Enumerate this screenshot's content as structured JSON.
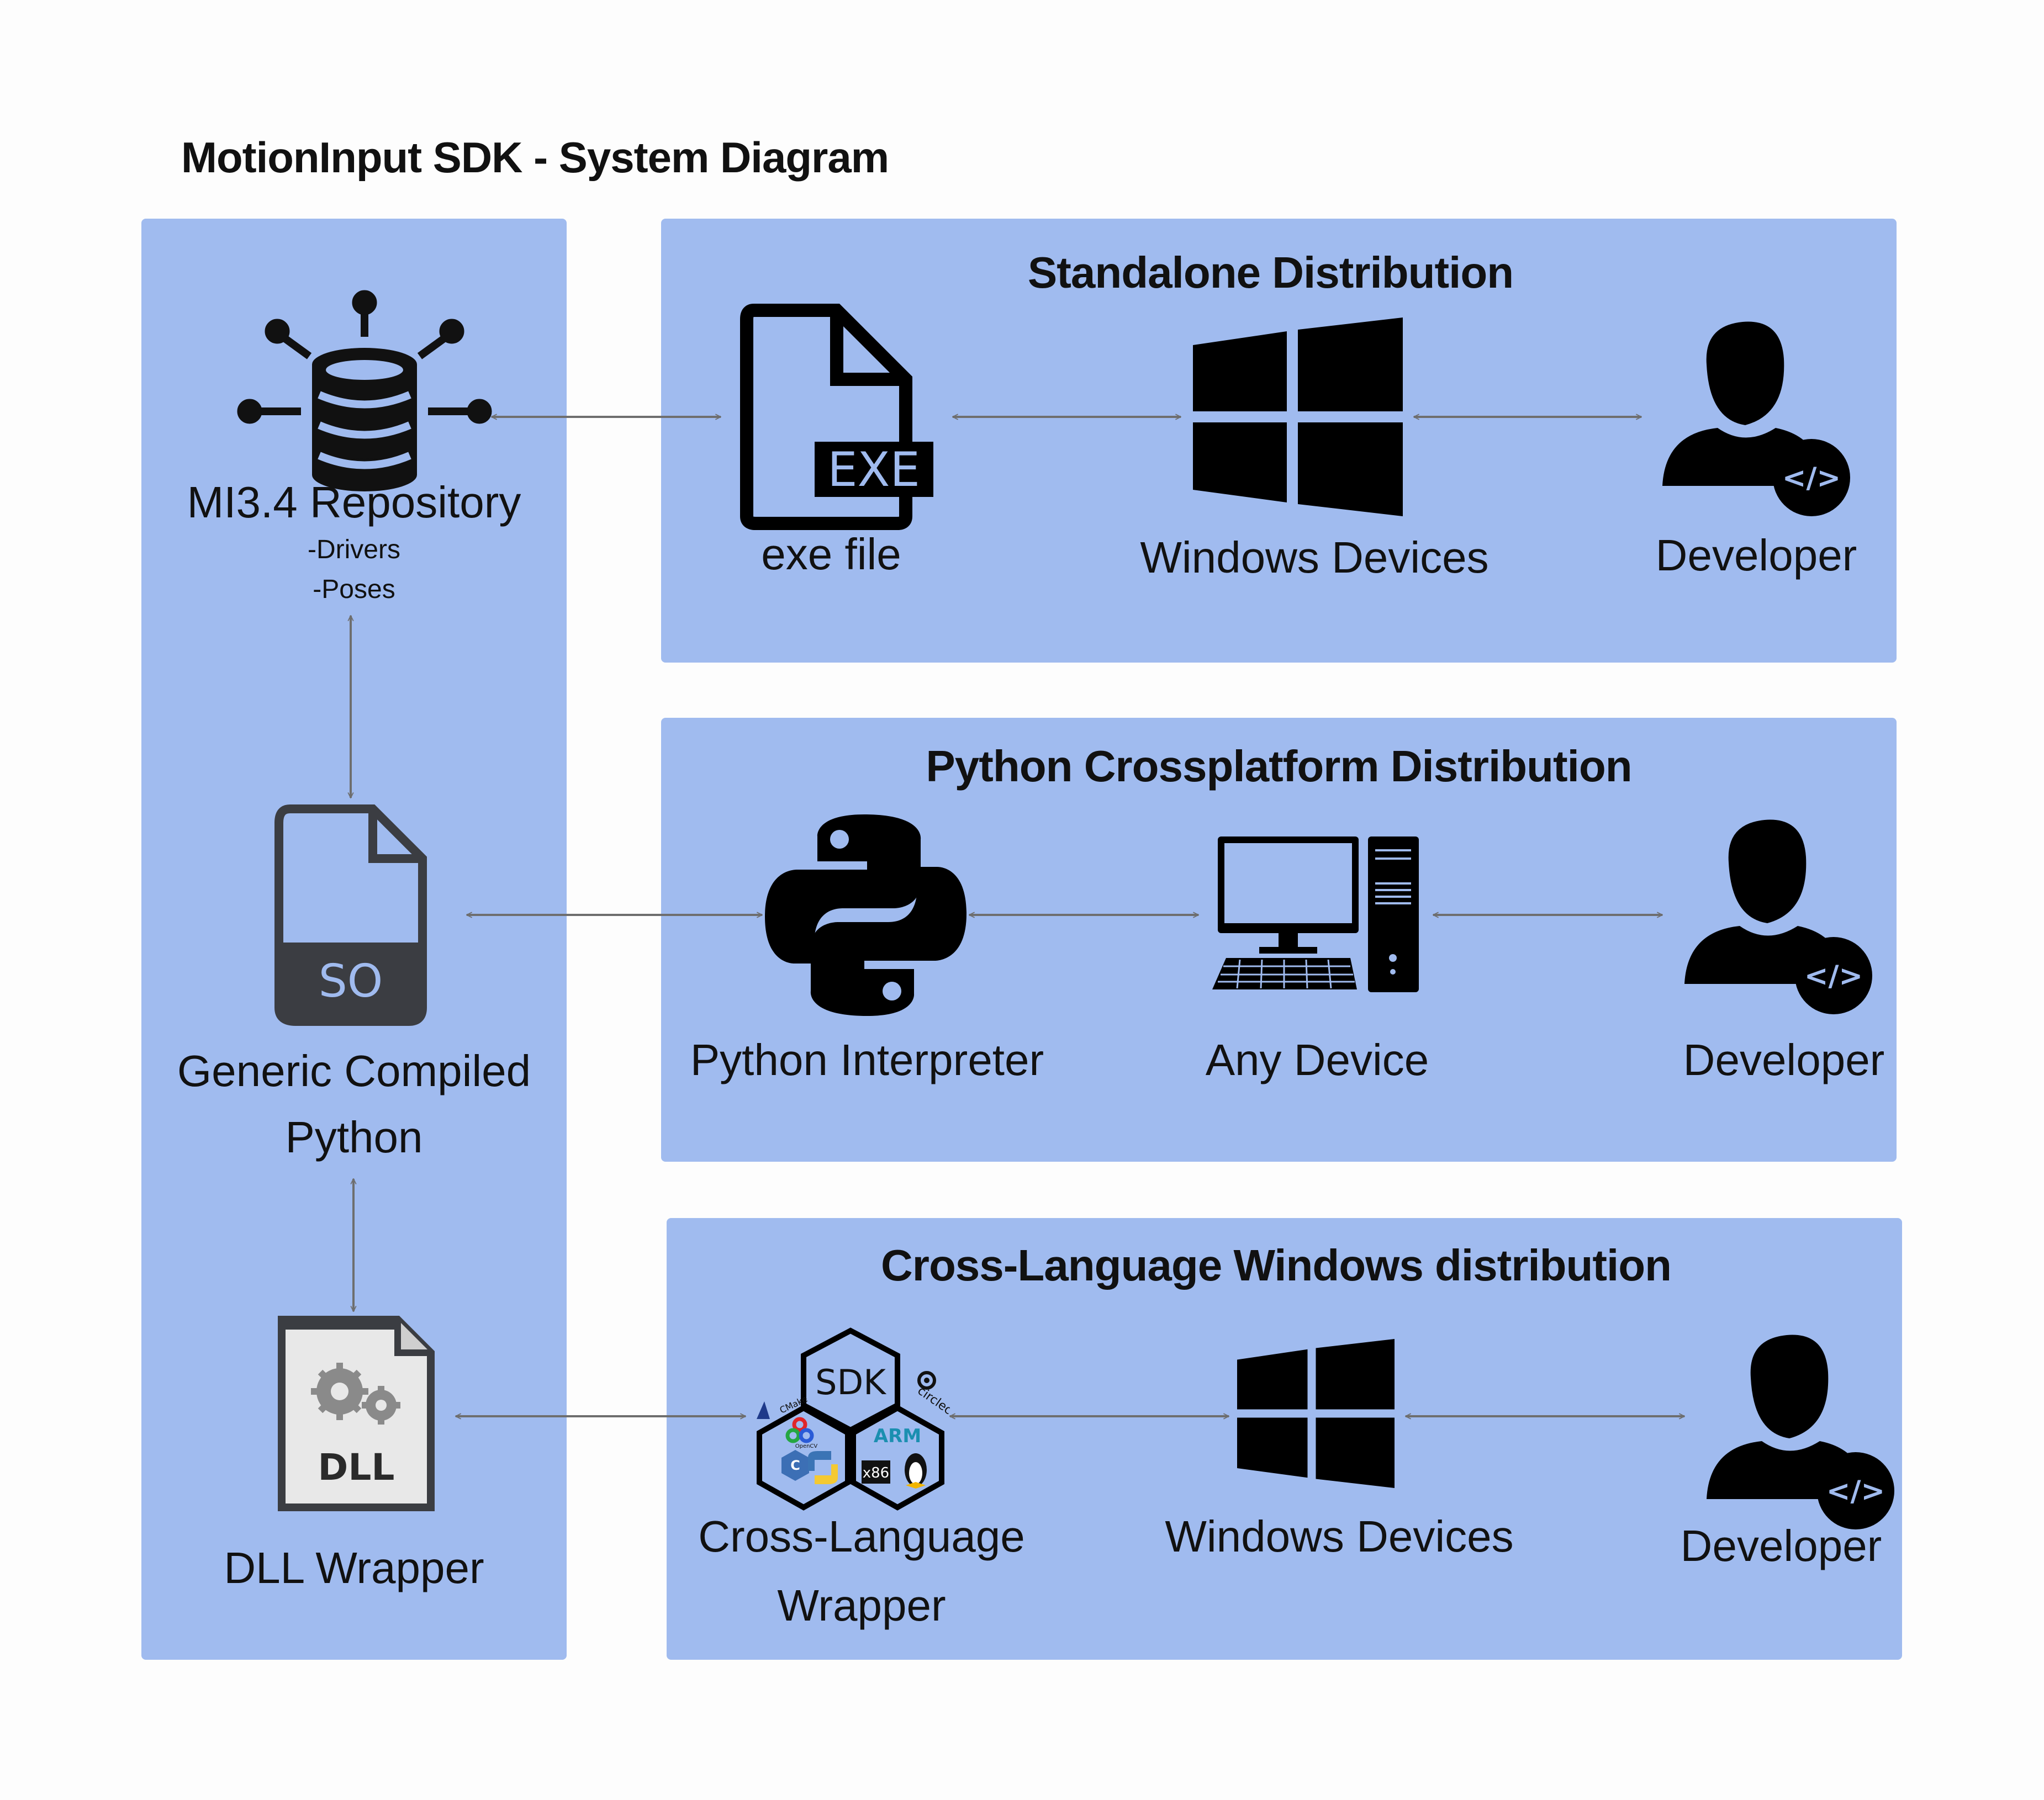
{
  "title": "MotionInput SDK - System Diagram",
  "left_column": {
    "repository": {
      "label": "MI3.4 Repository",
      "sub1": "-Drivers",
      "sub2": "-Poses"
    },
    "compiled_python": {
      "label_line1": "Generic Compiled",
      "label_line2": "Python",
      "badge": "SO"
    },
    "dll_wrapper": {
      "label": "DLL Wrapper",
      "badge": "DLL"
    }
  },
  "panels": {
    "standalone": {
      "title": "Standalone Distribution",
      "exe": {
        "label": "exe file",
        "badge": "EXE"
      },
      "windows": {
        "label": "Windows Devices"
      },
      "developer": {
        "label": "Developer"
      }
    },
    "python": {
      "title": "Python Crossplatform Distribution",
      "interpreter": {
        "label": "Python Interpreter"
      },
      "device": {
        "label": "Any Device"
      },
      "developer": {
        "label": "Developer"
      }
    },
    "crosslang": {
      "title": "Cross-Language Windows distribution",
      "wrapper": {
        "label_line1": "Cross-Language",
        "label_line2": "Wrapper",
        "hex_sdk": "SDK",
        "hex_arm": "ARM",
        "hex_x86": "x86",
        "logo_cmake": "CMake",
        "logo_opencv": "OpenCV",
        "logo_circleci": "circleci"
      },
      "windows": {
        "label": "Windows Devices"
      },
      "developer": {
        "label": "Developer"
      }
    }
  },
  "icons": {
    "developer_code": "</>"
  }
}
